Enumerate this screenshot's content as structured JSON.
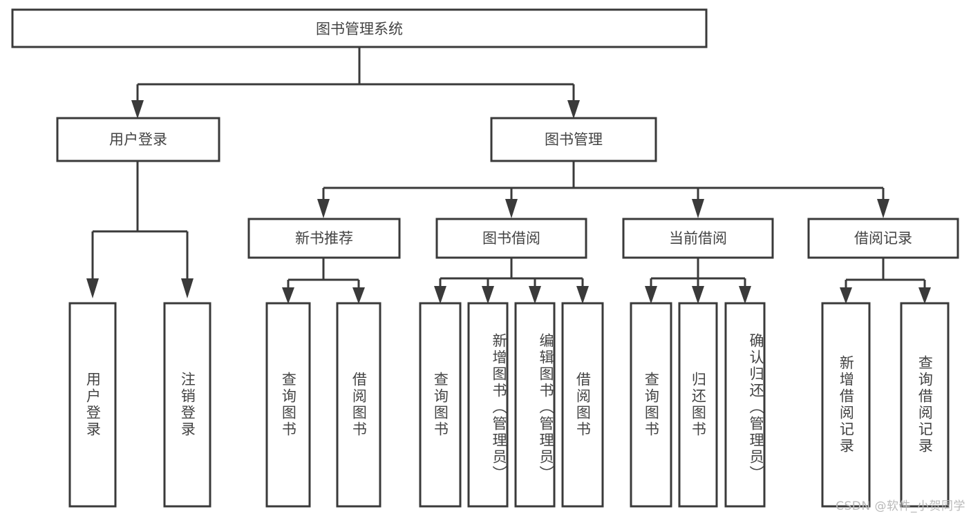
{
  "diagram": {
    "type": "tree-hierarchy",
    "title": "图书管理系统",
    "orientation": "top-down",
    "colors": {
      "stroke": "#3a3a3a",
      "text": "#434343",
      "background": "#ffffff",
      "watermark": "#b9b9b9"
    },
    "levels": {
      "root": {
        "label": "图书管理系统"
      },
      "level2": [
        {
          "label": "用户登录"
        },
        {
          "label": "图书管理"
        }
      ],
      "level3": [
        {
          "label": "新书推荐"
        },
        {
          "label": "图书借阅"
        },
        {
          "label": "当前借阅"
        },
        {
          "label": "借阅记录"
        }
      ],
      "leaves": [
        {
          "label": "用户登录",
          "parent": "用户登录"
        },
        {
          "label": "注销登录",
          "parent": "用户登录"
        },
        {
          "label": "查询图书",
          "parent": "新书推荐"
        },
        {
          "label": "借阅图书",
          "parent": "新书推荐"
        },
        {
          "label": "查询图书",
          "parent": "图书借阅"
        },
        {
          "label": "新增图书（管理员）",
          "parent": "图书借阅"
        },
        {
          "label": "编辑图书（管理员）",
          "parent": "图书借阅"
        },
        {
          "label": "借阅图书",
          "parent": "图书借阅"
        },
        {
          "label": "查询图书",
          "parent": "当前借阅"
        },
        {
          "label": "归还图书",
          "parent": "当前借阅"
        },
        {
          "label": "确认归还（管理员）",
          "parent": "当前借阅"
        },
        {
          "label": "新增借阅记录",
          "parent": "借阅记录"
        },
        {
          "label": "查询借阅记录",
          "parent": "借阅记录"
        }
      ]
    }
  },
  "watermark": {
    "text": "CSDN @软件_小贺同学"
  }
}
